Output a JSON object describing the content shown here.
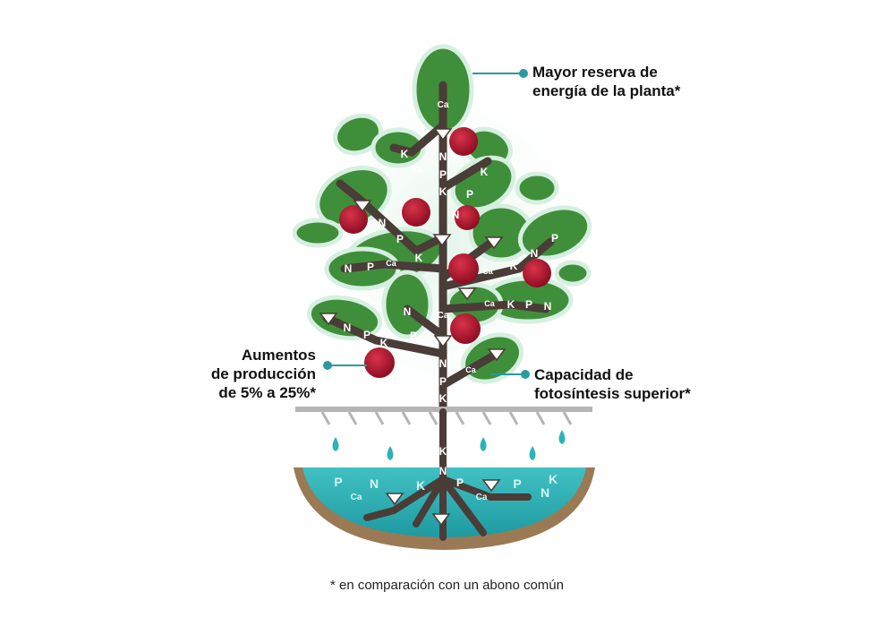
{
  "callouts": {
    "top_right": [
      "Mayor reserva de",
      "energía de la planta*"
    ],
    "left": [
      "Aumentos",
      "de producción",
      "de 5% a 25%*"
    ],
    "bottom_right": [
      "Capacidad de",
      "fotosíntesis superior*"
    ]
  },
  "footnote": "* en comparación con un abono común",
  "nutrients": {
    "trunk": [
      "Ca",
      "N",
      "P",
      "K",
      "N",
      "P",
      "K",
      "N",
      "P",
      "K",
      "Ca",
      "K",
      "N",
      "P"
    ],
    "branches": [
      "K",
      "Ca",
      "K",
      "P",
      "N",
      "N",
      "P",
      "N",
      "P",
      "Ca",
      "K",
      "Ca",
      "K",
      "N",
      "P",
      "Ca",
      "K",
      "P",
      "N",
      "N",
      "P",
      "N",
      "P",
      "K",
      "Ca"
    ],
    "soil": [
      "P",
      "N",
      "K",
      "P",
      "N",
      "K",
      "Ca",
      "Ca"
    ]
  },
  "colors": {
    "leaf": "#3f8f3a",
    "leaf_light": "#8fc07a",
    "glow": "#d6efe1",
    "branch": "#4a3c37",
    "apple": "#b3142c",
    "water": "#2bb3b8",
    "soil": "#9a7a55",
    "ground_line": "#b5b5b5"
  }
}
